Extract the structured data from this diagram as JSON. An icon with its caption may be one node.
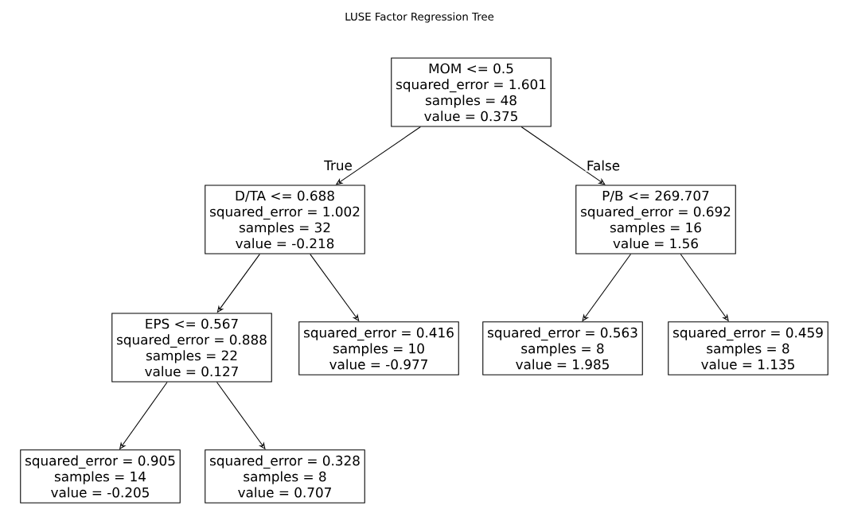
{
  "diagram": {
    "title": "LUSE Factor Regression Tree",
    "nodes": [
      {
        "text": [
          "MOM <= 0.5",
          "squared_error = 1.601",
          "samples = 48",
          "value = 0.375"
        ]
      },
      {
        "text": [
          "D/TA <= 0.688",
          "squared_error = 1.002",
          "samples = 32",
          "value = -0.218"
        ]
      },
      {
        "text": [
          "P/B <= 269.707",
          "squared_error = 0.692",
          "samples = 16",
          "value = 1.56"
        ]
      },
      {
        "text": [
          "EPS <= 0.567",
          "squared_error = 0.888",
          "samples = 22",
          "value = 0.127"
        ]
      },
      {
        "text": [
          "squared_error = 0.416",
          "samples = 10",
          "value = -0.977"
        ]
      },
      {
        "text": [
          "squared_error = 0.563",
          "samples = 8",
          "value = 1.985"
        ]
      },
      {
        "text": [
          "squared_error = 0.459",
          "samples = 8",
          "value = 1.135"
        ]
      },
      {
        "text": [
          "squared_error = 0.905",
          "samples = 14",
          "value = -0.205"
        ]
      },
      {
        "text": [
          "squared_error = 0.328",
          "samples = 8",
          "value = 0.707"
        ]
      }
    ],
    "edges": [
      {
        "from": 0,
        "to": 1,
        "arrow": "to",
        "label": "True"
      },
      {
        "from": 0,
        "to": 2,
        "arrow": "to",
        "label": "False"
      },
      {
        "from": 1,
        "to": 3,
        "arrow": "to"
      },
      {
        "from": 1,
        "to": 4,
        "arrow": "to"
      },
      {
        "from": 2,
        "to": 5,
        "arrow": "to"
      },
      {
        "from": 2,
        "to": 6,
        "arrow": "to"
      },
      {
        "from": 3,
        "to": 7,
        "arrow": "to"
      },
      {
        "from": 3,
        "to": 8,
        "arrow": "to"
      }
    ]
  }
}
